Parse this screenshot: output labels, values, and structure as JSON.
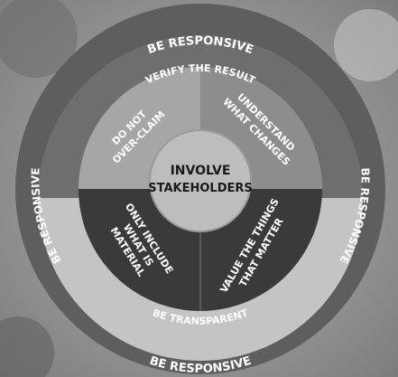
{
  "diagram": {
    "center": {
      "line1": "INVOLVE",
      "line2": "STAKEHOLDERS"
    },
    "quadrants": {
      "top_left": {
        "line1": "DO NOT",
        "line2": "OVER-CLAIM"
      },
      "top_right": {
        "line1": "UNDERSTAND",
        "line2": "WHAT CHANGES"
      },
      "bottom_left": {
        "line1": "ONLY INCLUDE",
        "line2": "WHAT IS",
        "line3": "MATERIAL"
      },
      "bottom_right": {
        "line1": "VALUE THE THINGS",
        "line2": "THAT MATTER"
      }
    },
    "middle_ring": {
      "top": "VERIFY THE RESULT",
      "bottom": "BE TRANSPARENT"
    },
    "outer_ring": {
      "top": "BE RESPONSIVE",
      "left": "BE RESPONSIVE",
      "right": "BE RESPONSIVE",
      "bottom": "BE RESPONSIVE"
    },
    "colors": {
      "outer_ring": "#5e5e5e",
      "middle_ring_top": "#6e6e6e",
      "middle_ring_bottom": "#c4c4c4",
      "quadrant_top_left": "#a6a6a6",
      "quadrant_top_right": "#8d8d8d",
      "quadrant_bottom": "#3a3a3a",
      "center": "#bdbdbd",
      "background": "#9a9a9a"
    }
  }
}
